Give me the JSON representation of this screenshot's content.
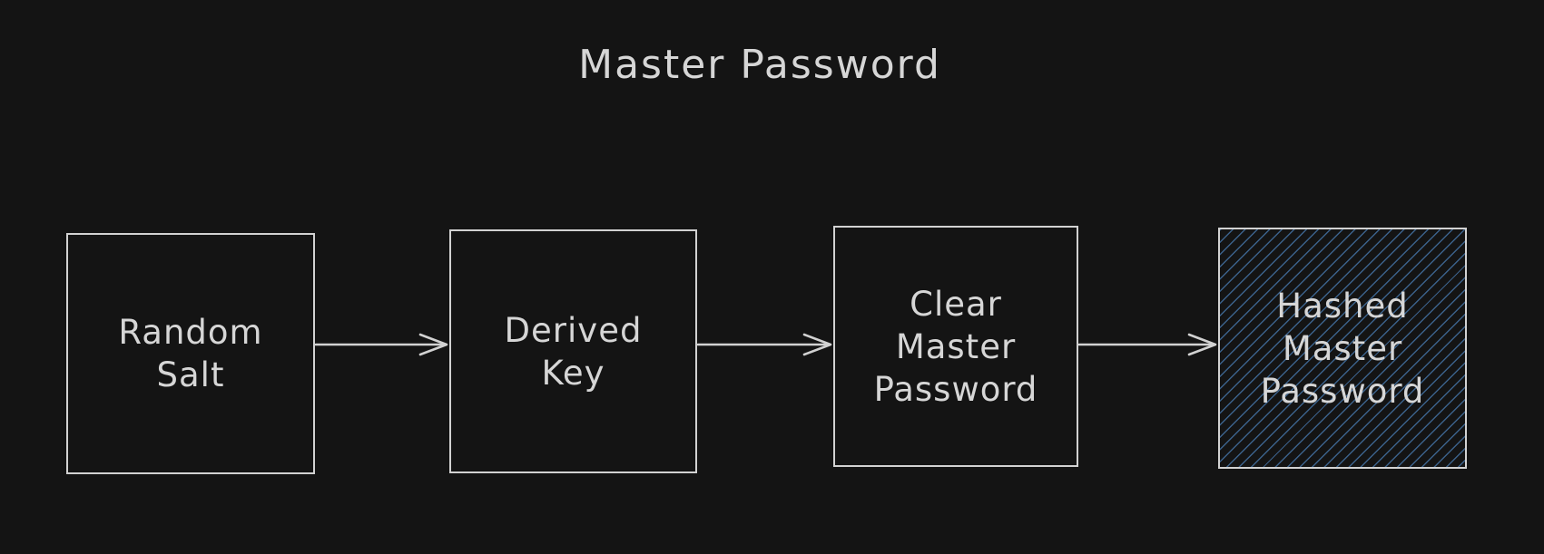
{
  "title": "Master Password",
  "colors": {
    "background": "#141414",
    "stroke": "#d2d2d2",
    "text": "#d6d6d6",
    "hatch": "#3b618a"
  },
  "diagram": {
    "type": "flowchart",
    "direction": "left-to-right",
    "nodes": [
      {
        "id": "random-salt",
        "label": "Random\nSalt",
        "hatched": false
      },
      {
        "id": "derived-key",
        "label": "Derived\nKey",
        "hatched": false
      },
      {
        "id": "clear-master-password",
        "label": "Clear\nMaster\nPassword",
        "hatched": false
      },
      {
        "id": "hashed-master-password",
        "label": "Hashed\nMaster\nPassword",
        "hatched": true
      }
    ],
    "edges": [
      {
        "from": "random-salt",
        "to": "derived-key",
        "style": "arrow"
      },
      {
        "from": "derived-key",
        "to": "clear-master-password",
        "style": "arrow"
      },
      {
        "from": "clear-master-password",
        "to": "hashed-master-password",
        "style": "arrow"
      }
    ]
  }
}
